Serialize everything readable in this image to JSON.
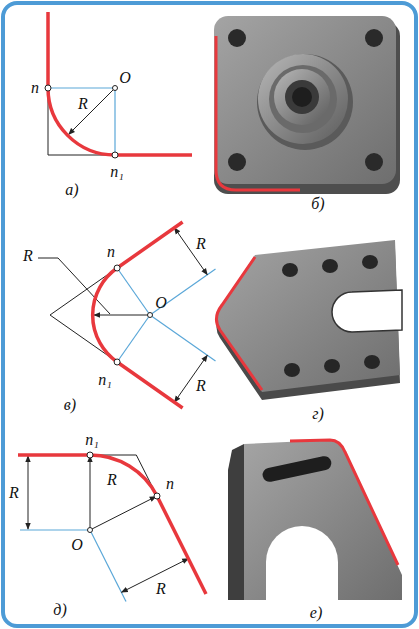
{
  "diagram": {
    "labels": [
      "n",
      "O",
      "R",
      "n₁",
      "а)",
      "б)",
      "R",
      "n",
      "O",
      "R",
      "n₁",
      "R",
      "в)",
      "г)",
      "n₁",
      "R",
      "n",
      "R",
      "O",
      "R",
      "д)",
      "е)"
    ]
  }
}
